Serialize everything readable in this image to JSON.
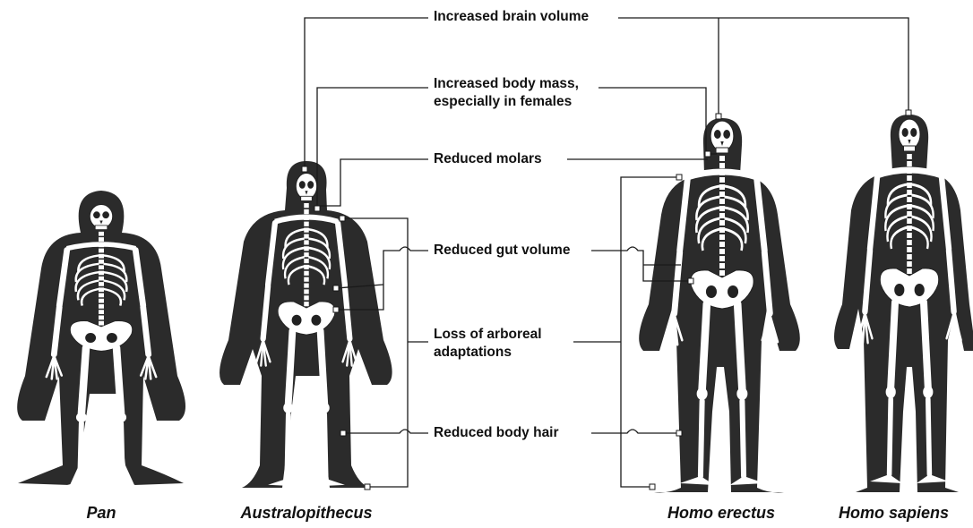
{
  "traits": {
    "brain": "Increased brain volume",
    "body_mass": "Increased body mass,\nespecially in females",
    "molars": "Reduced molars",
    "gut": "Reduced gut volume",
    "arboreal": "Loss of arboreal\nadaptations",
    "hair": "Reduced body hair"
  },
  "species": {
    "pan": "Pan",
    "australopithecus": "Australopithecus",
    "homo_erectus": "Homo erectus",
    "homo_sapiens": "Homo sapiens"
  },
  "colors": {
    "body": "#2b2b2b",
    "bone": "#ffffff",
    "line": "#1a1a1a"
  }
}
